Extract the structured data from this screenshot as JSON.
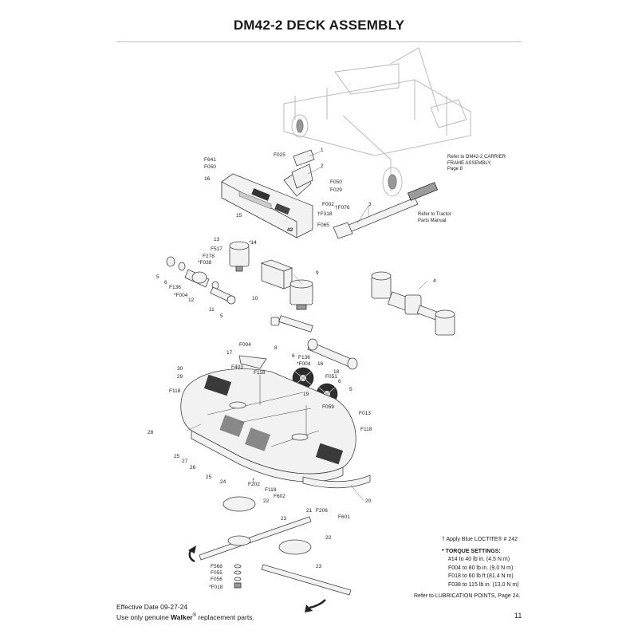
{
  "page": {
    "title": "DM42-2 DECK ASSEMBLY",
    "page_number": "11"
  },
  "references": {
    "carrier": [
      "Refer to DM42-2 CARRIER",
      "FRAME ASSEMBLY,",
      "Page 8"
    ],
    "tractor": [
      "Refer to Tractor",
      "Parts Manual"
    ]
  },
  "labels": {
    "p1": "1",
    "p2": "2",
    "p3": "3",
    "p4": "4",
    "p5a": "5",
    "p5b": "5",
    "p5c": "5",
    "p6a": "6",
    "p6b": "6",
    "p6c": "6",
    "p8": "8",
    "p9": "9",
    "p10": "10",
    "p11": "11",
    "p12": "12",
    "p13": "13",
    "p14": "*14",
    "p15": "15",
    "p16": "16",
    "p17": "17",
    "p18": "18",
    "p19": "19",
    "p20": "20",
    "p21": "21",
    "p22a": "22",
    "p22b": "22",
    "p23a": "23",
    "p23b": "23",
    "p24": "24",
    "p25a": "25",
    "p25b": "25",
    "p26": "26",
    "p27": "27",
    "p28": "28",
    "p29": "29",
    "p30": "30",
    "p16b": "16",
    "p42": "42",
    "F025": "F025",
    "F641": "F641",
    "F050a": "F050",
    "F050b": "F050",
    "F029": "F029",
    "F002": "F002",
    "F076": "†F076",
    "F318": "†F318",
    "F065": "F065",
    "F517": "F517",
    "F278": "F278",
    "F038": "*F038",
    "F136a": "F136",
    "F136b": "F136",
    "F004a": "*F004",
    "F004b": "F004",
    "F004c": "*F004",
    "F403": "F403",
    "F118a": "F118",
    "F118b": "F118",
    "F118c": "F118",
    "F118d": "F118",
    "F051": "F051",
    "F059": "F059",
    "F013": "F013",
    "F202": "F202",
    "F602": "F602",
    "F206": "F206",
    "F601": "F601",
    "F568": "F568",
    "F055": "F055",
    "F056": "F056",
    "F018": "*F018",
    "dagger": "†"
  },
  "notes": {
    "loctite": "† Apply Blue LOCTITE® # 242",
    "torque_header": "* TORQUE SETTINGS:",
    "torque": [
      "#14 to 40 lb in. (4.5 N m)",
      "F004 to 80 lb in. (9.0 N m)",
      "F018 to 60 lb ft (81.4 N m)",
      "F038 to 115 lb in. (13.0 N m)"
    ]
  },
  "lubrication_ref": "Refer to LUBRICATION POINTS, Page 24.",
  "footer": {
    "effective_date": "Effective Date 09-27-24",
    "use_prefix": "Use only genuine ",
    "brand": "Walker",
    "brand_mark": "®",
    "use_suffix": " replacement parts."
  }
}
